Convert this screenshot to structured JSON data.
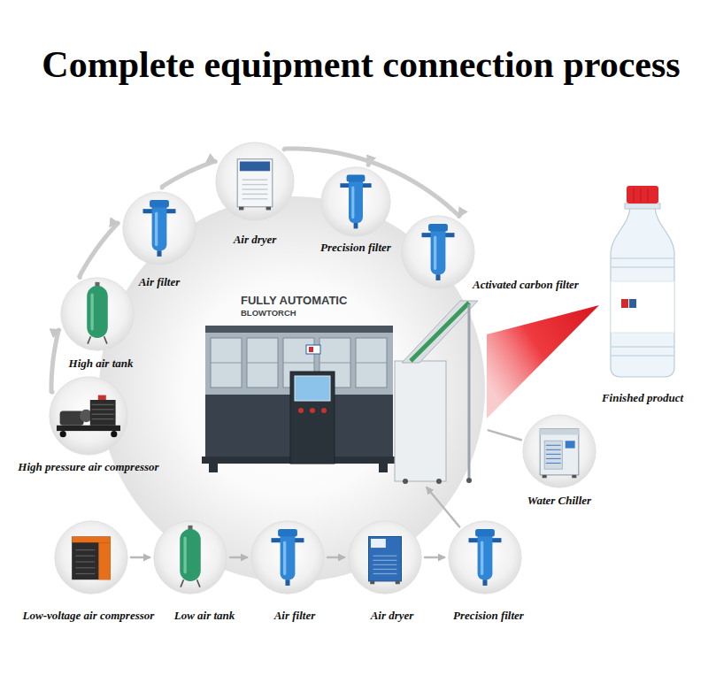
{
  "diagram": {
    "title": "Complete equipment connection process",
    "nodes": [
      {
        "text": [
          "High pressure air compressor"
        ]
      },
      {
        "text": [
          "High air tank"
        ]
      },
      {
        "text": [
          "Air filter"
        ]
      },
      {
        "text": [
          "Air dryer"
        ]
      },
      {
        "text": [
          "Precision filter"
        ]
      },
      {
        "text": [
          "Activated carbon filter"
        ]
      },
      {
        "text": [
          "FULLY AUTOMATIC",
          "BLOWTORCH"
        ]
      },
      {
        "text": [
          "Finished product"
        ]
      },
      {
        "text": [
          "Water Chiller"
        ]
      },
      {
        "text": [
          "Low-voltage air compressor"
        ]
      },
      {
        "text": [
          "Low air tank"
        ]
      },
      {
        "text": [
          "Air filter"
        ]
      },
      {
        "text": [
          "Air dryer"
        ]
      },
      {
        "text": [
          "Precision filter"
        ]
      }
    ],
    "edges": [
      {
        "from": 0,
        "to": 1,
        "arrow": "to"
      },
      {
        "from": 1,
        "to": 2,
        "arrow": "to"
      },
      {
        "from": 2,
        "to": 3,
        "arrow": "to"
      },
      {
        "from": 3,
        "to": 4,
        "arrow": "to"
      },
      {
        "from": 4,
        "to": 5,
        "arrow": "to"
      },
      {
        "from": 6,
        "to": 7,
        "arrow": "none"
      },
      {
        "from": 8,
        "to": 6,
        "arrow": "none"
      },
      {
        "from": 9,
        "to": 10,
        "arrow": "to"
      },
      {
        "from": 10,
        "to": 11,
        "arrow": "to"
      },
      {
        "from": 11,
        "to": 12,
        "arrow": "to"
      },
      {
        "from": 12,
        "to": 13,
        "arrow": "to"
      },
      {
        "from": 13,
        "to": 6,
        "arrow": "to"
      }
    ]
  }
}
